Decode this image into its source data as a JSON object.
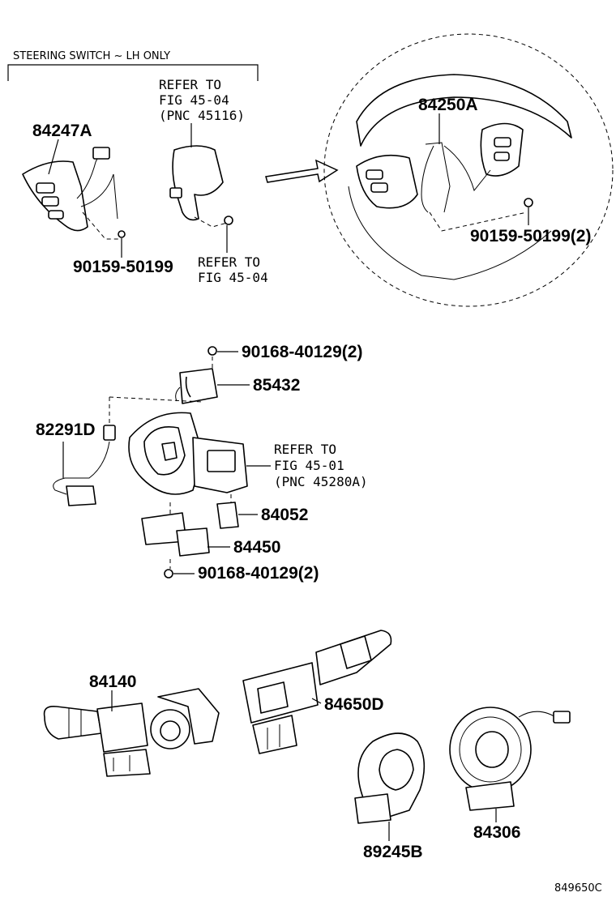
{
  "header": {
    "title": "STEERING SWITCH ~ LH ONLY"
  },
  "labels": {
    "p84247a": "84247A",
    "refer1_l1": "REFER TO",
    "refer1_l2": "FIG 45-04",
    "refer1_l3": "(PNC 45116)",
    "p84250a": "84250A",
    "p90159_50199": "90159-50199",
    "refer2_l1": "REFER TO",
    "refer2_l2": "FIG 45-04",
    "p90159_50199_2": "90159-50199(2)",
    "p90168_top": "90168-40129(2)",
    "p85432": "85432",
    "p82291d": "82291D",
    "refer3_l1": "REFER TO",
    "refer3_l2": "FIG 45-01",
    "refer3_l3": "(PNC 45280A)",
    "p84052": "84052",
    "p84450": "84450",
    "p90168_bottom": "90168-40129(2)",
    "p84140": "84140",
    "p84650d": "84650D",
    "p89245b": "89245B",
    "p84306": "84306",
    "diagram_id": "849650C"
  }
}
